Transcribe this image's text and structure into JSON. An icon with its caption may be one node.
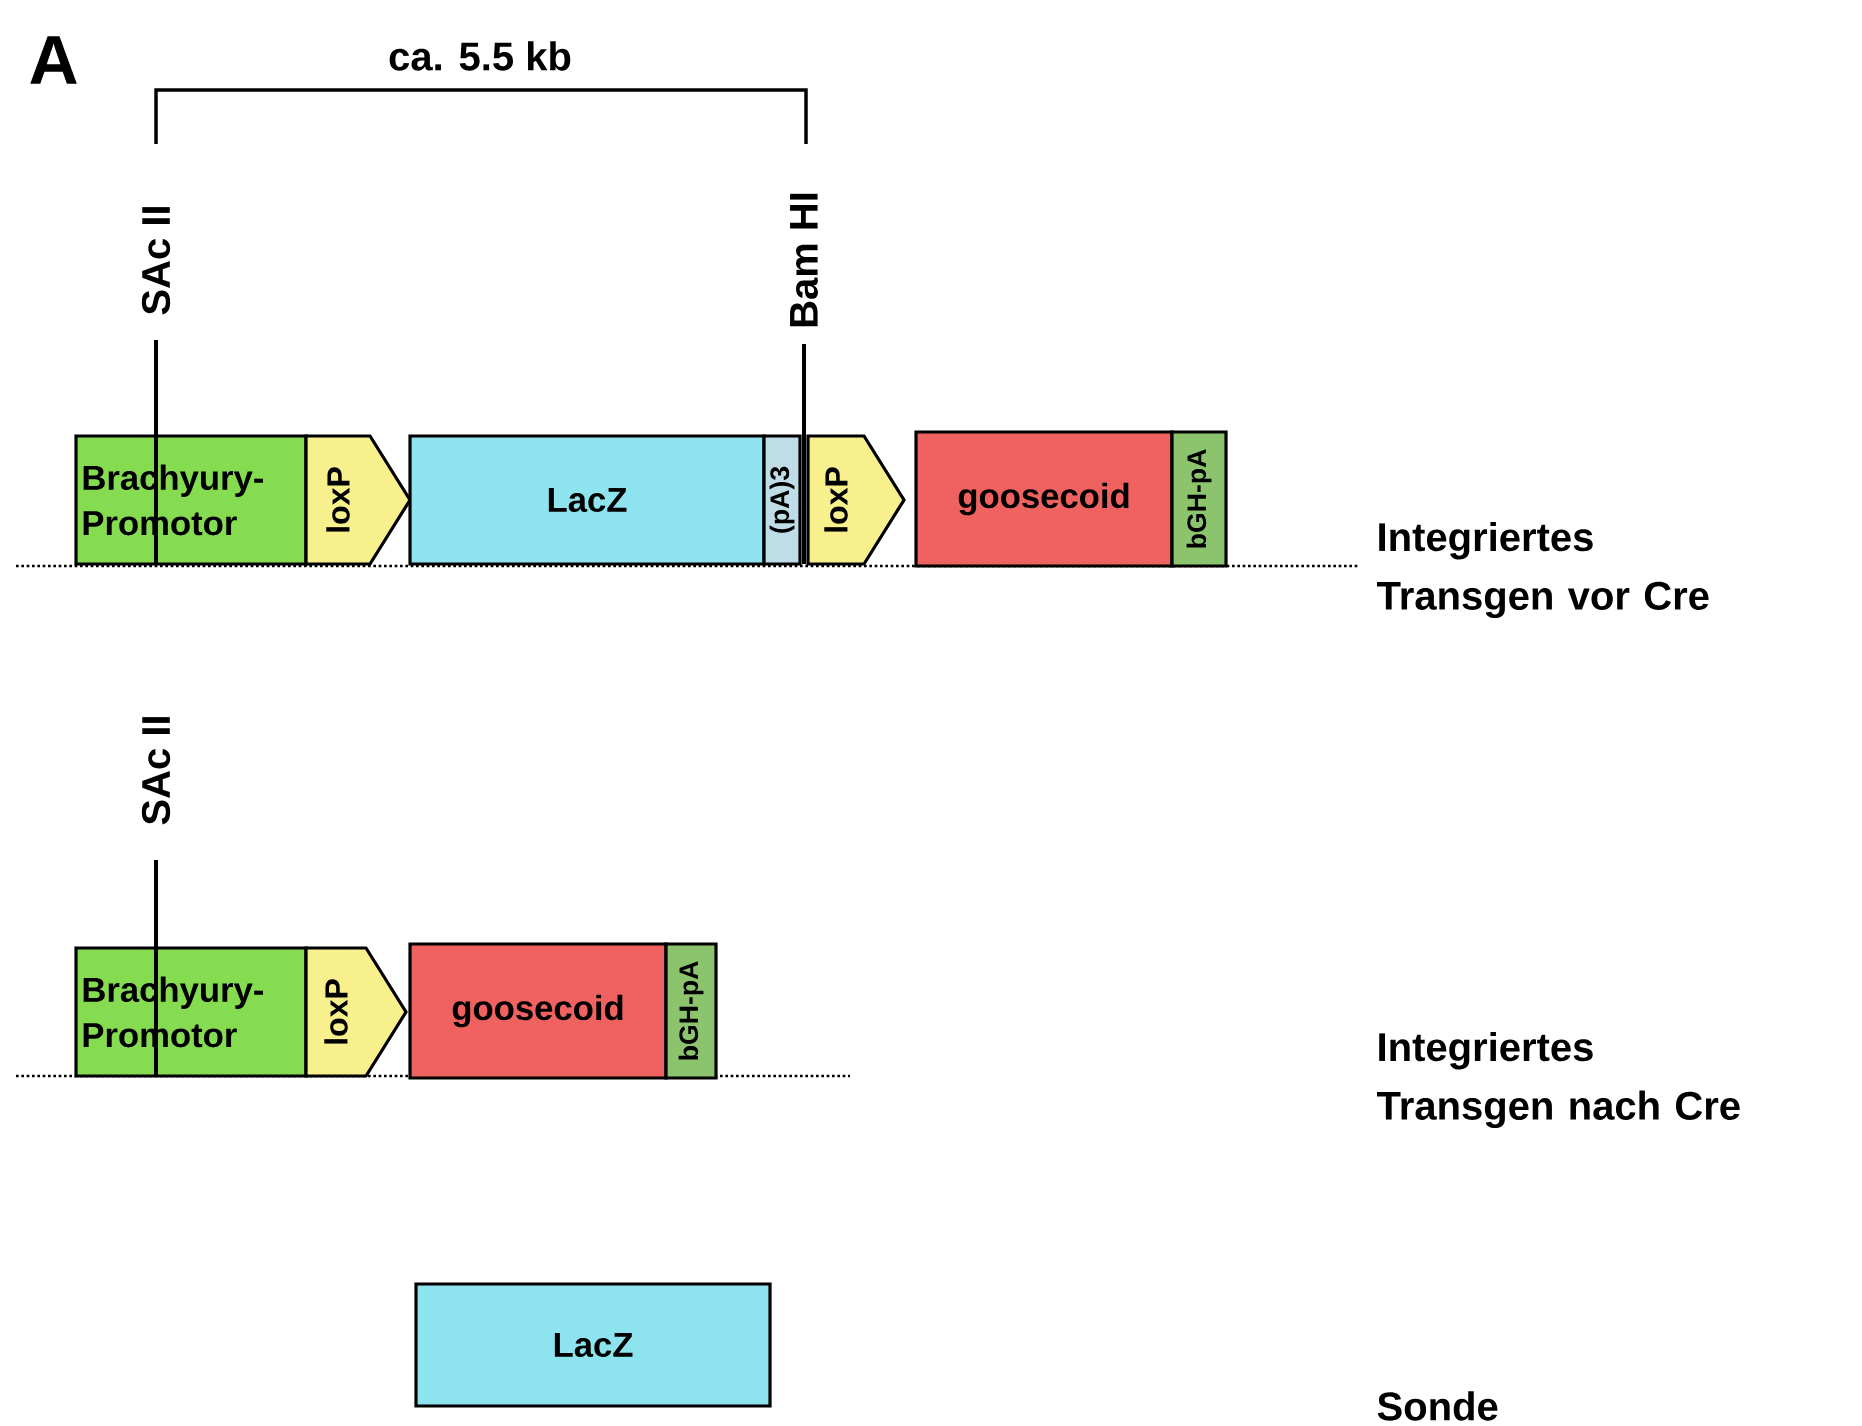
{
  "diagram": {
    "nodes": [
      {
        "text": [
          "Brachyury-Promotor"
        ]
      },
      {
        "text": [
          "loxP"
        ]
      },
      {
        "text": [
          "LacZ"
        ]
      },
      {
        "text": [
          "(pA)3"
        ]
      },
      {
        "text": [
          "loxP"
        ]
      },
      {
        "text": [
          "goosecoid"
        ]
      },
      {
        "text": [
          "bGH-pA"
        ]
      },
      {
        "text": [
          "Brachyury-Promotor"
        ]
      },
      {
        "text": [
          "loxP"
        ]
      },
      {
        "text": [
          "goosecoid"
        ]
      },
      {
        "text": [
          "bGH-pA"
        ]
      },
      {
        "text": [
          "LacZ"
        ]
      }
    ],
    "edges": [],
    "labels": [
      "A",
      "ca. 5.5  kb",
      "SAc II",
      "Bam HI",
      "Integriertes Transgen vor Cre",
      "SAc II",
      "Integriertes Transgen nach Cre",
      "Sonde"
    ]
  }
}
